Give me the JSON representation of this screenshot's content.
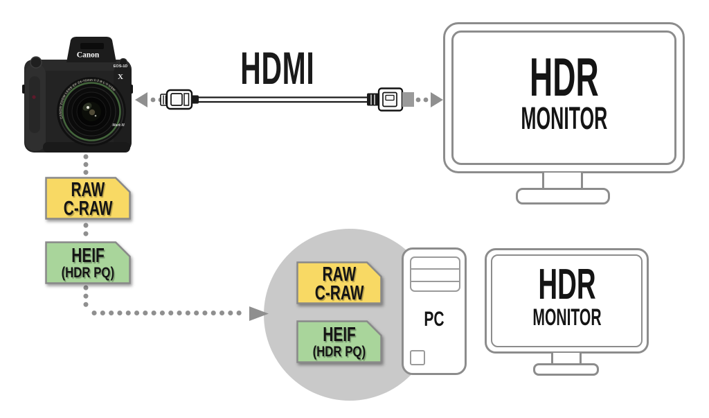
{
  "palette": {
    "tag_yellow": "#f8d964",
    "tag_green": "#a9d59b",
    "tag_border": "#898989",
    "outline_gray": "#8c8c8c",
    "dot_gray": "#8f8f8f",
    "circle_gray": "#c9c9c9",
    "ink": "#1a1a1a"
  },
  "camera": {
    "brand": "Canon",
    "model": "EOS-1D",
    "model_variant": "X",
    "model_mark": "Mark III",
    "lens_ring_text": "CANON ZOOM LENS EF 24-70mm 1:2.8 L II USM"
  },
  "hdmi": {
    "label": "HDMI"
  },
  "monitor_top": {
    "line1": "HDR",
    "line2": "MONITOR"
  },
  "monitor_bottom": {
    "line1": "HDR",
    "line2": "MONITOR"
  },
  "pc": {
    "label": "PC"
  },
  "camera_output_tags": [
    {
      "line1": "RAW",
      "line2": "C-RAW",
      "fill": "#f8d964"
    },
    {
      "line1": "HEIF",
      "line2": "(HDR PQ)",
      "fill": "#a9d59b"
    }
  ],
  "pc_input_tags": [
    {
      "line1": "RAW",
      "line2": "C-RAW",
      "fill": "#f8d964"
    },
    {
      "line1": "HEIF",
      "line2": "(HDR PQ)",
      "fill": "#a9d59b"
    }
  ]
}
